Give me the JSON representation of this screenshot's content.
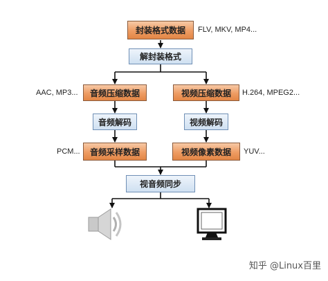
{
  "diagram": {
    "nodes": {
      "container": "封装格式数据",
      "demux": "解封装格式",
      "audio_compressed": "音频压缩数据",
      "video_compressed": "视频压缩数据",
      "audio_decode": "音频解码",
      "video_decode": "视频解码",
      "audio_raw": "音频采样数据",
      "video_raw": "视频像素数据",
      "sync": "视音频同步"
    },
    "notes": {
      "container": "FLV, MKV, MP4...",
      "audio_compressed": "AAC, MP3...",
      "video_compressed": "H.264, MPEG2...",
      "audio_raw": "PCM...",
      "video_raw": "YUV..."
    },
    "edges": [
      [
        "container",
        "demux"
      ],
      [
        "demux",
        "audio_compressed"
      ],
      [
        "demux",
        "video_compressed"
      ],
      [
        "audio_compressed",
        "audio_decode"
      ],
      [
        "video_compressed",
        "video_decode"
      ],
      [
        "audio_decode",
        "audio_raw"
      ],
      [
        "video_decode",
        "video_raw"
      ],
      [
        "audio_raw",
        "sync"
      ],
      [
        "video_raw",
        "sync"
      ],
      [
        "sync",
        "speaker"
      ],
      [
        "sync",
        "monitor"
      ]
    ],
    "outputs": {
      "audio": "speaker-icon",
      "video": "monitor-icon"
    }
  },
  "watermark": "知乎 @Linux百里",
  "colors": {
    "orange_box": "#ee9c63",
    "blue_box": "#cfe0f1",
    "line": "#111111"
  }
}
